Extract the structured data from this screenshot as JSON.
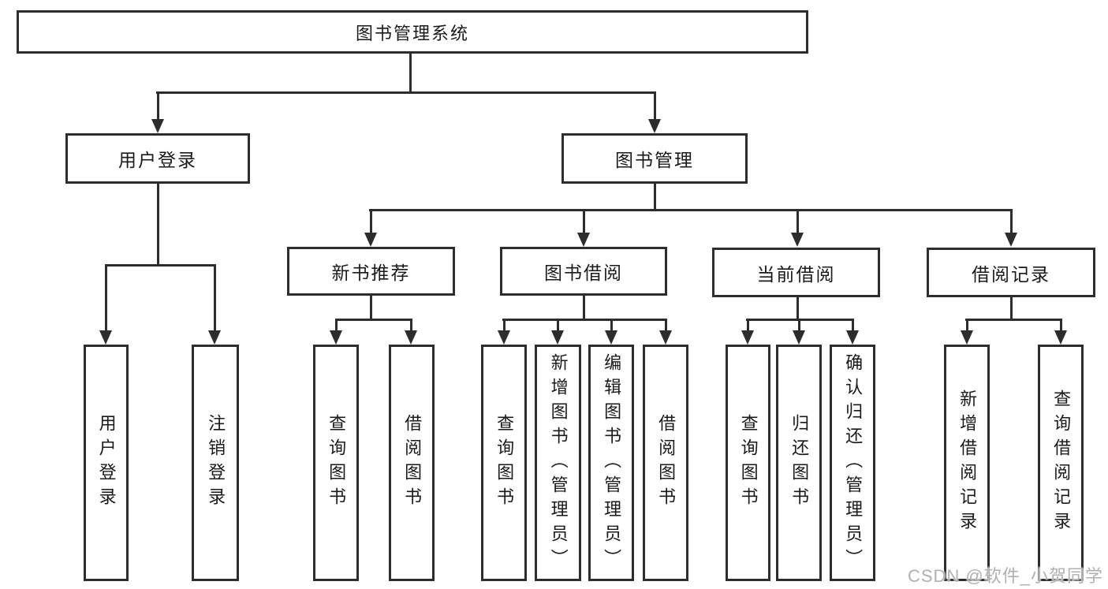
{
  "diagram": {
    "root": "图书管理系统",
    "level2": [
      "用户登录",
      "图书管理"
    ],
    "level3": [
      "新书推荐",
      "图书借阅",
      "当前借阅",
      "借阅记录"
    ],
    "leaves": {
      "user_login": [
        "用户登录",
        "注销登录"
      ],
      "new_book_recommend": [
        "查询图书",
        "借阅图书"
      ],
      "book_borrow": [
        "查询图书",
        "新增图书（管理员）",
        "编辑图书（管理员）",
        "借阅图书"
      ],
      "current_borrow": [
        "查询图书",
        "归还图书",
        "确认归还（管理员）"
      ],
      "borrow_records": [
        "新增借阅记录",
        "查询借阅记录"
      ]
    }
  },
  "watermark": "CSDN @软件_小贺同学",
  "colors": {
    "line": "#2d2d2d",
    "text": "#1a1a1a",
    "box_background": "#ffffff",
    "watermark": "#b0b0b0"
  }
}
